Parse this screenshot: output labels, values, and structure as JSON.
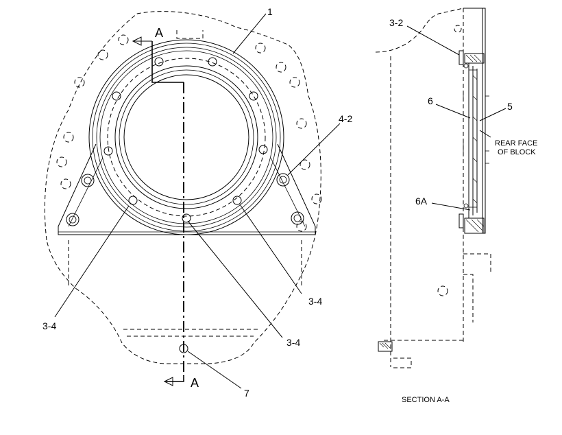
{
  "callouts": {
    "c1": "1",
    "c3_2": "3-2",
    "c4_2": "4-2",
    "c3_4_left": "3-4",
    "c3_4_right": "3-4",
    "c3_4_bottom": "3-4",
    "c7": "7",
    "c6": "6",
    "c5": "5",
    "c6a": "6A"
  },
  "section_markers": {
    "top": "A",
    "bottom": "A"
  },
  "notes": {
    "rear_face_line1": "REAR FACE",
    "rear_face_line2": "OF BLOCK"
  },
  "section_title": "SECTION A-A"
}
